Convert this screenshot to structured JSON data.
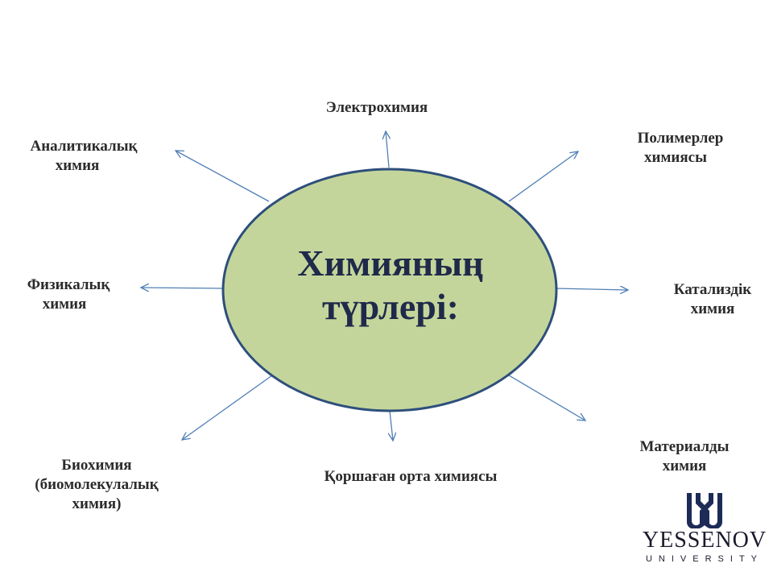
{
  "center": {
    "lines": [
      "Химияның",
      "түрлері:"
    ],
    "fill": "#c4d59b",
    "stroke": "#2d4f7c"
  },
  "arrow_color": "#4f7fb5",
  "branches": [
    {
      "id": "electro",
      "lines": [
        "Электрохимия"
      ]
    },
    {
      "id": "polymer",
      "lines": [
        "Полимерлер",
        "химиясы"
      ]
    },
    {
      "id": "catalytic",
      "lines": [
        "Катализдік",
        "химия"
      ]
    },
    {
      "id": "materials",
      "lines": [
        "Материалды",
        "химия"
      ]
    },
    {
      "id": "environment",
      "lines": [
        "Қоршаған орта химиясы"
      ]
    },
    {
      "id": "bio",
      "lines": [
        "Биохимия",
        "(биомолекулалық",
        "химия)"
      ]
    },
    {
      "id": "physical",
      "lines": [
        "Физикалық",
        "химия"
      ]
    },
    {
      "id": "analytical",
      "lines": [
        "Аналитикалық",
        "химия"
      ]
    }
  ],
  "logo": {
    "name": "YESSENOV",
    "sub": "UNIVERSITY",
    "color": "#1d2b57",
    "icon": "yessenov-emblem-icon"
  }
}
